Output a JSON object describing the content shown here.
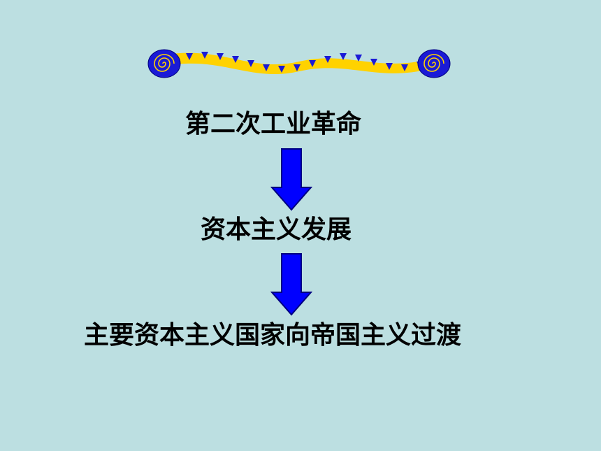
{
  "colors": {
    "background": "#bcdfe1",
    "arrow_fill": "#0000ff",
    "arrow_stroke": "#000080",
    "banner_band": "#ffd200",
    "banner_triangles": "#1a1ad6",
    "scroll_fill": "#1a1ad6",
    "scroll_spiral": "#ffd200",
    "text": "#000000"
  },
  "decoration": {
    "icon": "wavy-scroll-banner"
  },
  "flow": {
    "nodes": [
      {
        "id": "node1",
        "label": "第二次工业革命"
      },
      {
        "id": "node2",
        "label": "资本主义发展"
      },
      {
        "id": "node3",
        "label": "主要资本主义国家向帝国主义过渡"
      }
    ],
    "edges": [
      {
        "from": "node1",
        "to": "node2",
        "arrow": "down-arrow"
      },
      {
        "from": "node2",
        "to": "node3",
        "arrow": "down-arrow"
      }
    ]
  }
}
